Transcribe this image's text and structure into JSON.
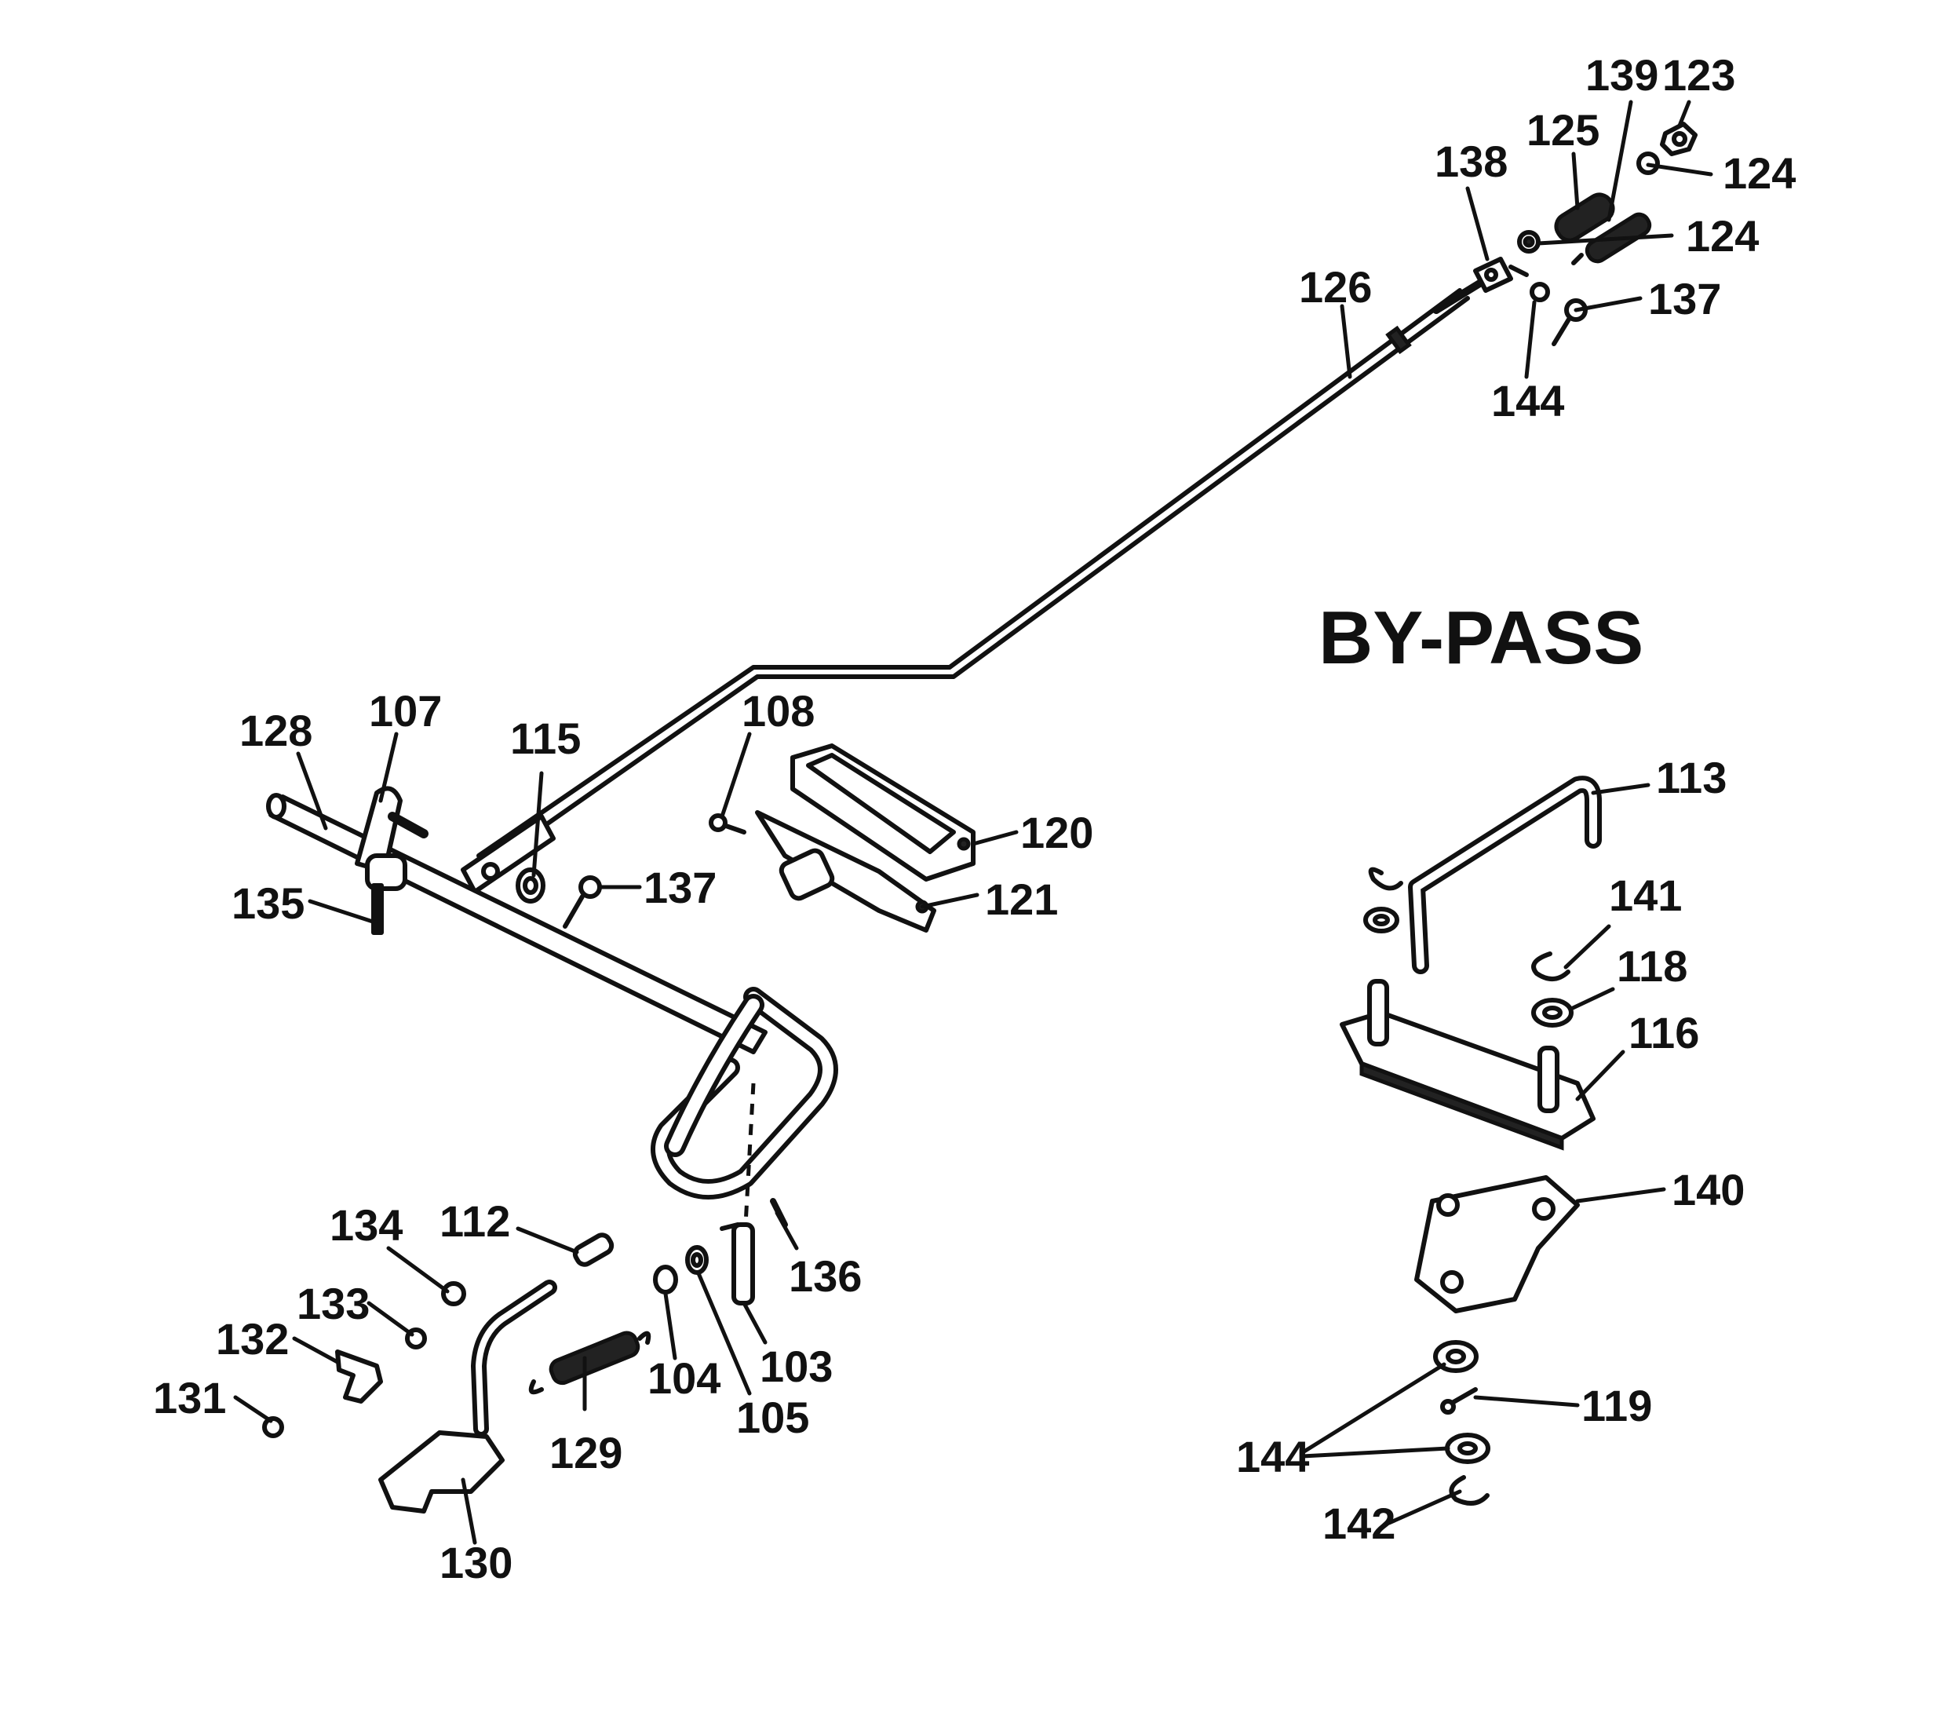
{
  "section_title": "BY-PASS",
  "callouts": {
    "p139": "139",
    "p123": "123",
    "p125": "125",
    "p124a": "124",
    "p138": "138",
    "p124b": "124",
    "p126": "126",
    "p137a": "137",
    "p144a": "144",
    "p128": "128",
    "p107": "107",
    "p115": "115",
    "p108": "108",
    "p120": "120",
    "p135": "135",
    "p137b": "137",
    "p121": "121",
    "p113": "113",
    "p141": "141",
    "p118": "118",
    "p116": "116",
    "p134": "134",
    "p112": "112",
    "p136": "136",
    "p133": "133",
    "p132": "132",
    "p131": "131",
    "p104": "104",
    "p103": "103",
    "p105": "105",
    "p129": "129",
    "p130": "130",
    "p140": "140",
    "p119": "119",
    "p144b": "144",
    "p142": "142"
  }
}
